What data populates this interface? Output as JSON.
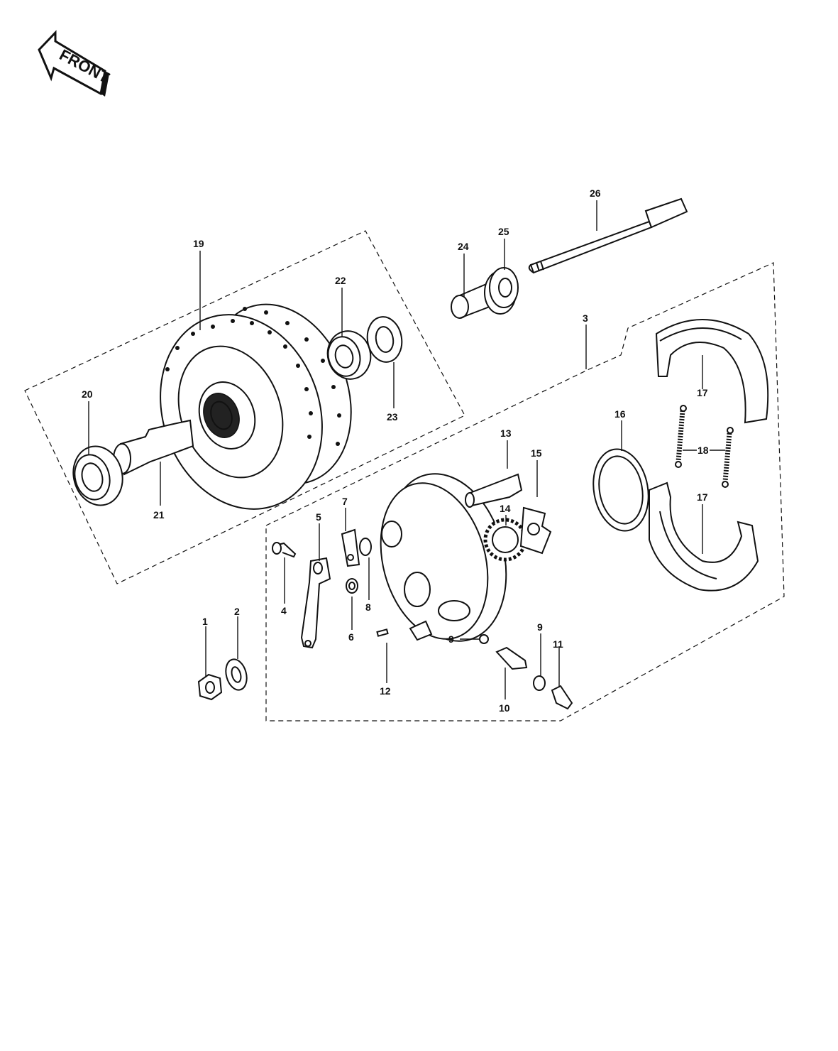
{
  "orientation": {
    "label": "FRONT",
    "icon": "front-arrow-icon"
  },
  "callouts": {
    "c1": "1",
    "c2": "2",
    "c3": "3",
    "c4": "4",
    "c5": "5",
    "c6": "6",
    "c7": "7",
    "c8": "8",
    "c9a": "9",
    "c9b": "9",
    "c10": "10",
    "c11": "11",
    "c12": "12",
    "c13": "13",
    "c14": "14",
    "c15": "15",
    "c16": "16",
    "c17a": "17",
    "c17b": "17",
    "c18": "18",
    "c19": "19",
    "c20": "20",
    "c21": "21",
    "c22": "22",
    "c23": "23",
    "c24": "24",
    "c25": "25",
    "c26": "26"
  }
}
